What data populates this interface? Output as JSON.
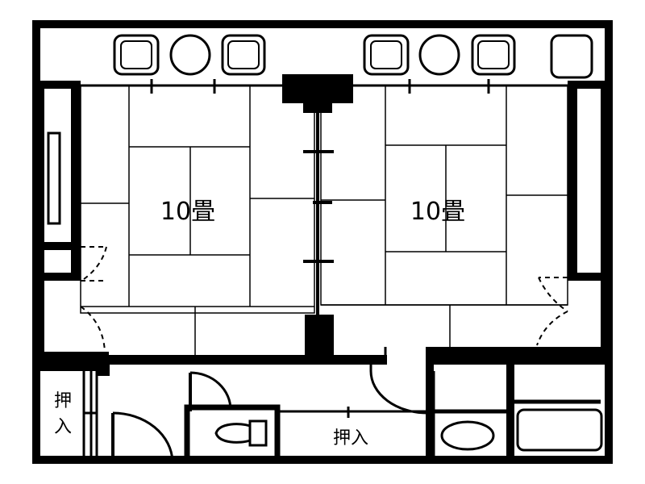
{
  "rooms": {
    "left_room_label": "10畳",
    "right_room_label": "10畳"
  },
  "storage": {
    "closet_left_line1": "押",
    "closet_left_line2": "入",
    "closet_center": "押入"
  },
  "colors": {
    "wall": "#000000",
    "background": "#ffffff"
  }
}
